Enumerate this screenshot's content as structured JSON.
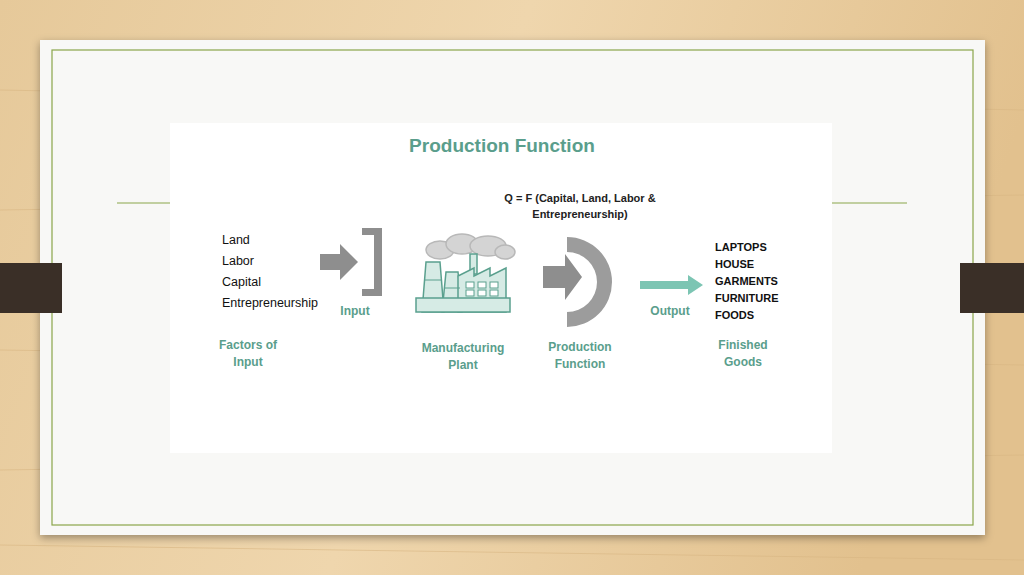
{
  "diagram": {
    "title": "Production Function",
    "labels": [
      "Q = F (Capital, Land, Labor & Entrepreneurship)",
      "Land",
      "Labor",
      "Capital",
      "Entrepreneurship",
      "Input",
      "Factors of Input",
      "Manufacturing Plant",
      "Production Function",
      "Output",
      "LAPTOPS",
      "HOUSE",
      "GARMENTS",
      "FURNITURE",
      "FOODS",
      "Finished Goods"
    ]
  }
}
